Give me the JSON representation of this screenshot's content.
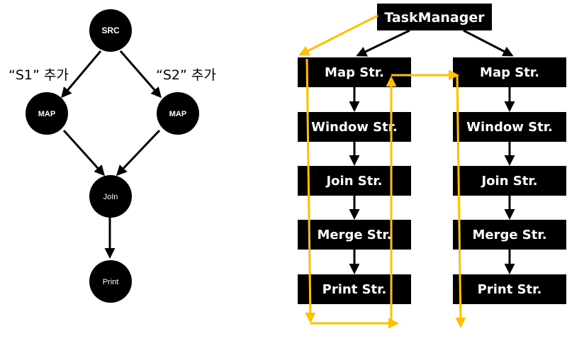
{
  "colors": {
    "node": "#000000",
    "arrow": "#000000",
    "highlight": "#FFC000",
    "text_on_dark": "#ffffff"
  },
  "dag": {
    "nodes": {
      "src": "SRC",
      "map_left": "MAP",
      "map_right": "MAP",
      "join": "JoIn",
      "print": "Print"
    },
    "edge_labels": {
      "s1": "“S1” 추가",
      "s2": "“S2” 추가"
    }
  },
  "task_manager": {
    "label": "TaskManager"
  },
  "pipelines": [
    {
      "stages": [
        "Map Str.",
        "Window Str.",
        "Join Str.",
        "Merge Str.",
        "Print Str."
      ]
    },
    {
      "stages": [
        "Map Str.",
        "Window Str.",
        "Join Str.",
        "Merge Str.",
        "Print Str."
      ]
    }
  ]
}
